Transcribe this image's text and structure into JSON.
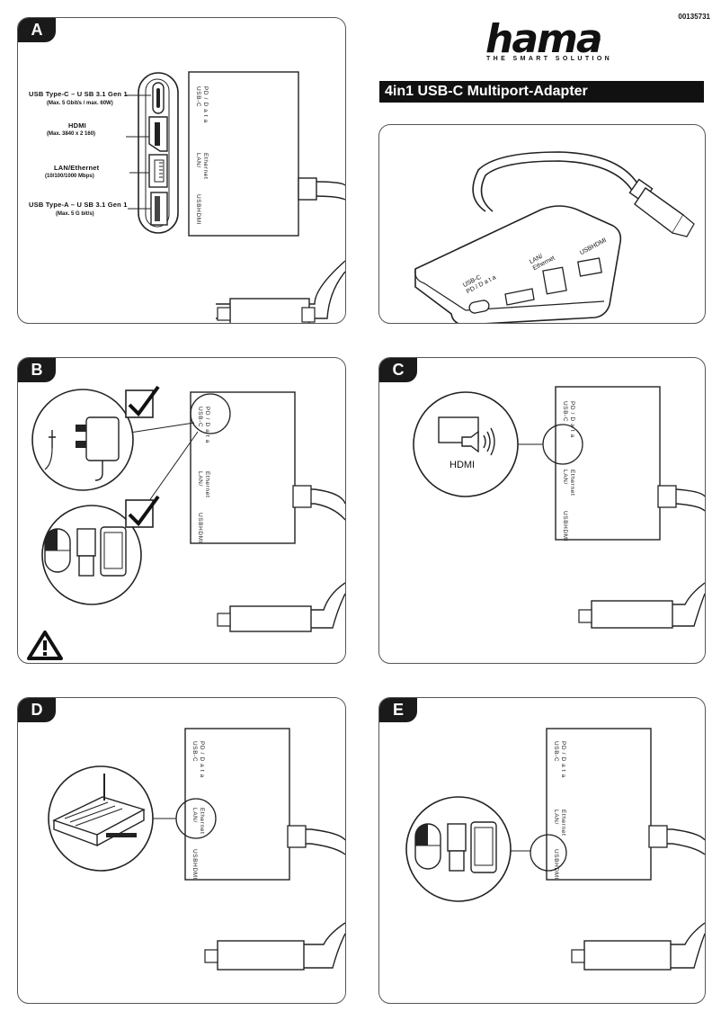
{
  "doc_number": "00135731",
  "brand": {
    "name": "hama",
    "tagline": "THE SMART SOLUTION",
    "reg": "®"
  },
  "title": "4in1 USB-C Multiport-Adapter",
  "ports": {
    "usbc_line1": "USB-C",
    "usbc_line2": "PD / D a t a",
    "lan_line1": "LAN/",
    "lan_line2": "Ethernet",
    "usbhdmi": "USBHDMI"
  },
  "panelA": {
    "tag": "A",
    "usbc_title": "USB  Type-C  – U SB  3.1  Gen  1",
    "usbc_sub": "(Max. 5 Gbit/s / max. 60W)",
    "hdmi_title": "HDMI",
    "hdmi_sub": "(Max.  3840  x 2 160)",
    "lan_title": "LAN/Ethernet",
    "lan_sub": "(10/100/1000  Mbps)",
    "usba_title": "USB  Type-A – U SB  3.1  Gen  1",
    "usba_sub": "(Max.  5 G bit/s)"
  },
  "panelB": {
    "tag": "B"
  },
  "panelC": {
    "tag": "C",
    "hdmi_label": "HDMI"
  },
  "panelD": {
    "tag": "D"
  },
  "panelE": {
    "tag": "E"
  },
  "product_labels": {
    "usbc_line1": "USB-C",
    "usbc_line2": "PD / D a t a",
    "lan_line1": "LAN/",
    "lan_line2": "Ethernet",
    "usbhdmi": "USBHDMI"
  }
}
